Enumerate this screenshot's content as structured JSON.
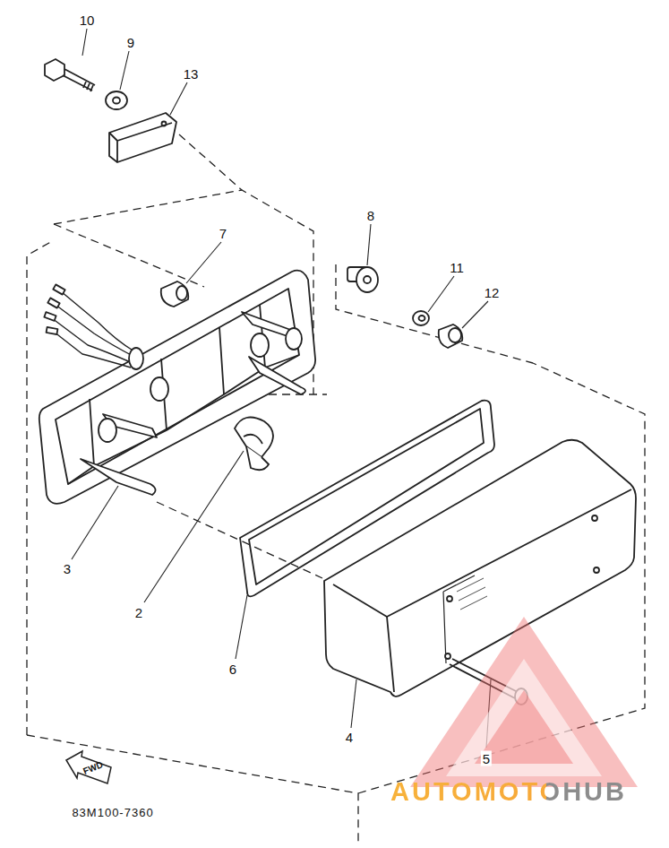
{
  "diagram": {
    "labels": [
      "10",
      "9",
      "13",
      "7",
      "8",
      "11",
      "12",
      "3",
      "2",
      "6",
      "4",
      "5",
      "FWD",
      "83M100-7360",
      "AUTOMOTOHUB"
    ]
  }
}
